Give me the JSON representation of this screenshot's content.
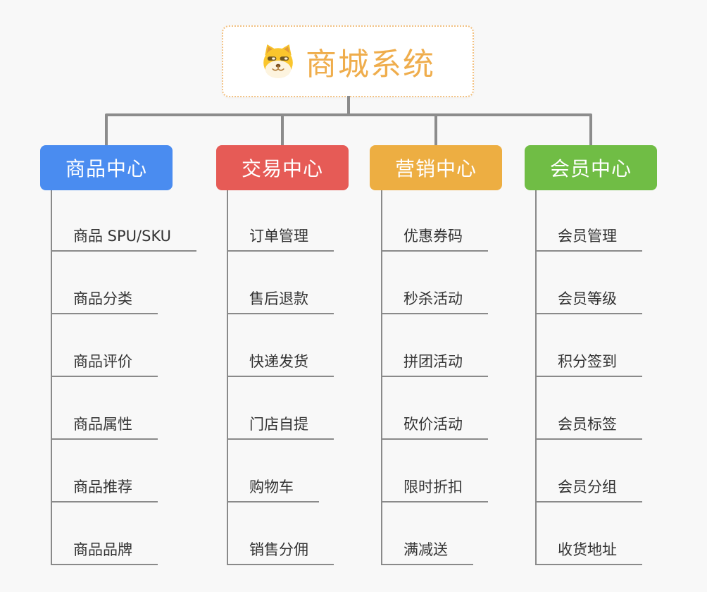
{
  "root": {
    "title": "商城系统",
    "icon": "doge-icon"
  },
  "branches": [
    {
      "label": "商品中心",
      "color": "#4A8CF0",
      "children": [
        "商品 SPU/SKU",
        "商品分类",
        "商品评价",
        "商品属性",
        "商品推荐",
        "商品品牌"
      ]
    },
    {
      "label": "交易中心",
      "color": "#E65B56",
      "children": [
        "订单管理",
        "售后退款",
        "快递发货",
        "门店自提",
        "购物车",
        "销售分佣"
      ]
    },
    {
      "label": "营销中心",
      "color": "#EDAE42",
      "children": [
        "优惠券码",
        "秒杀活动",
        "拼团活动",
        "砍价活动",
        "限时折扣",
        "满减送"
      ]
    },
    {
      "label": "会员中心",
      "color": "#70BD45",
      "children": [
        "会员管理",
        "会员等级",
        "积分签到",
        "会员标签",
        "会员分组",
        "收货地址"
      ]
    }
  ],
  "colors": {
    "background": "#F8F8F8",
    "connector": "#8C8C8C",
    "leaf_line": "#8A8A8A",
    "leaf_text": "#333333",
    "root_text": "#EFAD4C",
    "root_border": "#F2C182",
    "branch_text": "#FFFFFF"
  }
}
